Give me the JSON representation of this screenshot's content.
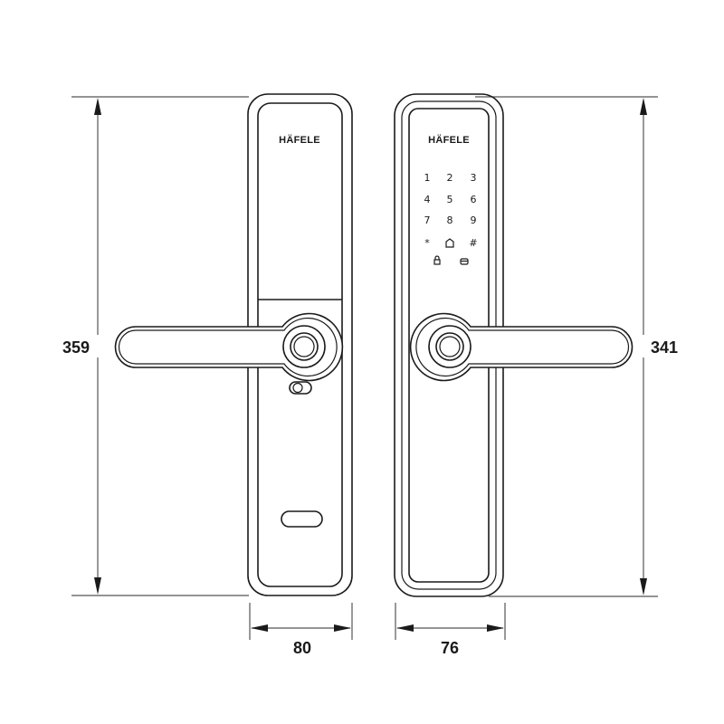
{
  "brand": "HÄFELE",
  "front_view": {
    "label": "front-lock-panel",
    "brand": "HÄFELE"
  },
  "back_view": {
    "label": "keypad-lock-panel",
    "brand": "HÄFELE",
    "keypad": {
      "rows": [
        [
          "1",
          "2",
          "3"
        ],
        [
          "4",
          "5",
          "6"
        ],
        [
          "7",
          "8",
          "9"
        ],
        [
          "*",
          "⌂",
          "#"
        ]
      ],
      "bottom_icons": [
        "lock-icon",
        "card-icon"
      ]
    }
  },
  "dimensions": {
    "left_height": "359",
    "right_height": "341",
    "front_width": "80",
    "back_width": "76",
    "units": "mm"
  },
  "colors": {
    "line": "#1a1a1a",
    "dimension_line": "#555555",
    "background": "#ffffff"
  }
}
